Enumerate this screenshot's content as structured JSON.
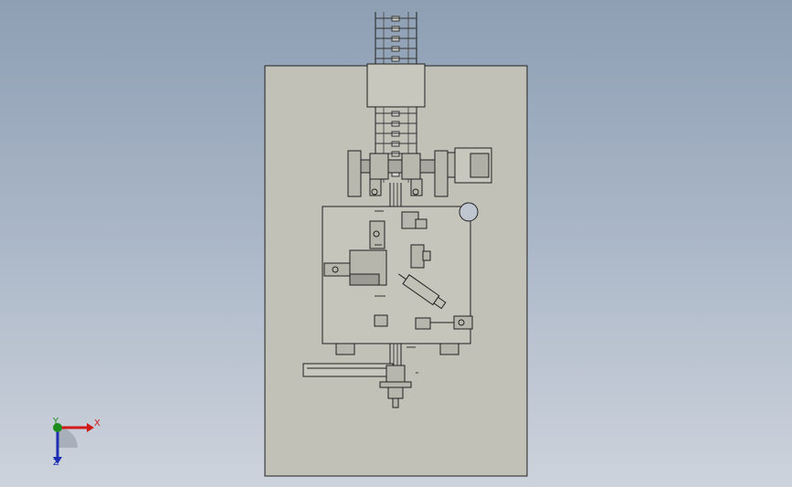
{
  "triad": {
    "x_label": "X",
    "y_label": "Y",
    "z_label": "Z"
  },
  "colors": {
    "plate": "#c2c1b8",
    "line": "#202020",
    "axis_x": "#d21a1a",
    "axis_y": "#1c8d1c",
    "axis_z": "#1c2fb3"
  },
  "icons": [
    "coordinate-triad-icon"
  ]
}
